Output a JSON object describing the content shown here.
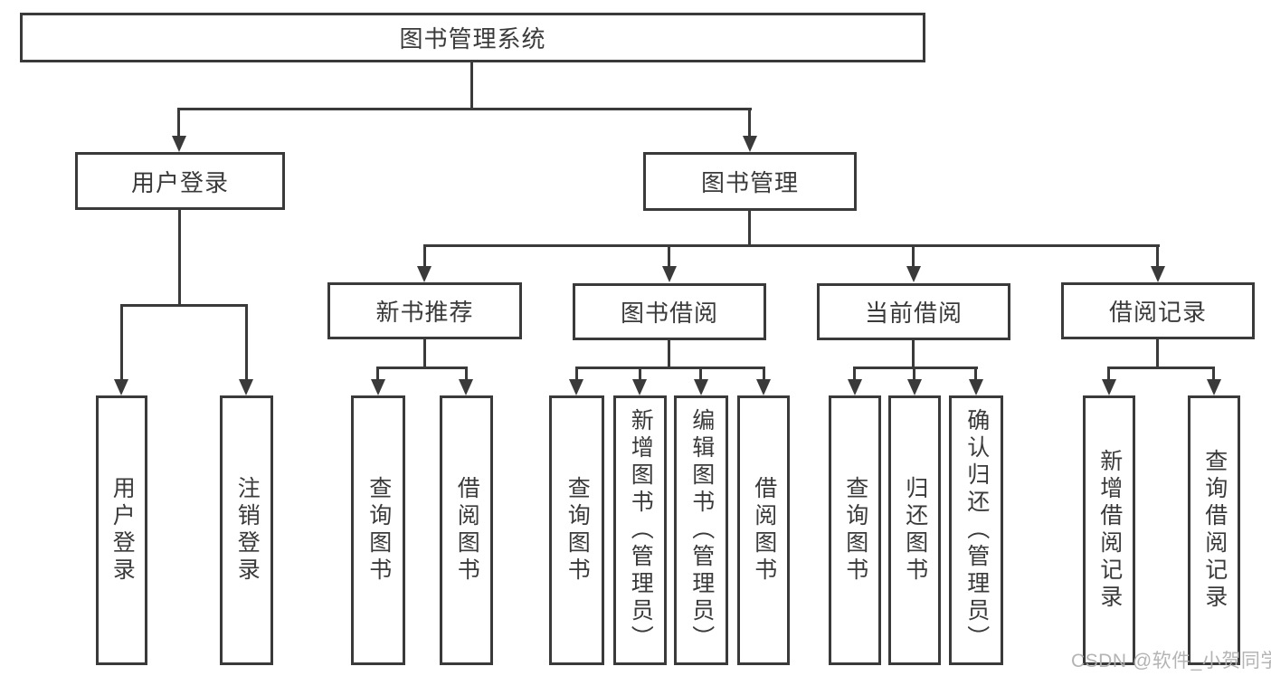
{
  "tree": {
    "label": "图书管理系统",
    "children": [
      {
        "label": "用户登录",
        "children": [
          {
            "label": "用户登录"
          },
          {
            "label": "注销登录"
          }
        ]
      },
      {
        "label": "图书管理",
        "children": [
          {
            "label": "新书推荐",
            "children": [
              {
                "label": "查询图书"
              },
              {
                "label": "借阅图书"
              }
            ]
          },
          {
            "label": "图书借阅",
            "children": [
              {
                "label": "查询图书"
              },
              {
                "label": "新增图书（管理员）"
              },
              {
                "label": "编辑图书（管理员）"
              },
              {
                "label": "借阅图书"
              }
            ]
          },
          {
            "label": "当前借阅",
            "children": [
              {
                "label": "查询图书"
              },
              {
                "label": "归还图书"
              },
              {
                "label": "确认归还（管理员）"
              }
            ]
          },
          {
            "label": "借阅记录",
            "children": [
              {
                "label": "新增借阅记录"
              },
              {
                "label": "查询借阅记录"
              }
            ]
          }
        ]
      }
    ]
  },
  "watermark": {
    "text": "CSDN @软件_小贺同学"
  },
  "colors": {
    "line": "#3a3a3a",
    "text": "#3a3a3a",
    "watermark": "#b0b0b0",
    "background": "#ffffff"
  }
}
